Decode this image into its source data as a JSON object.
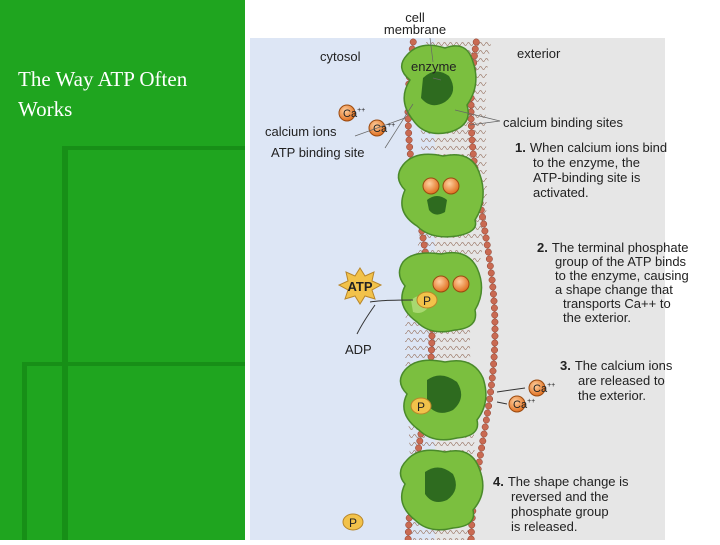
{
  "slide": {
    "title_line1": "The Way ATP Often",
    "title_line2": "Works"
  },
  "diagram": {
    "labels": {
      "cell_membrane_line1": "cell",
      "cell_membrane_line2": "membrane",
      "cytosol": "cytosol",
      "exterior": "exterior",
      "enzyme": "enzyme",
      "calcium_ions": "calcium ions",
      "atp_binding_site": "ATP binding site",
      "calcium_binding_sites": "calcium binding sites",
      "atp": "ATP",
      "adp": "ADP",
      "ca": "Ca",
      "ca_charge": "++",
      "phosphate": "P"
    },
    "steps": [
      {
        "number": "1.",
        "lines": [
          "When calcium ions bind",
          "to the enzyme, the",
          "ATP-binding site is",
          "activated."
        ]
      },
      {
        "number": "2.",
        "lines": [
          "The terminal phosphate",
          "group of the ATP binds",
          "to the enzyme, causing",
          "a shape change that",
          "transports Ca++ to",
          "the exterior."
        ]
      },
      {
        "number": "3.",
        "lines": [
          "The calcium ions",
          "are released to",
          "the exterior."
        ]
      },
      {
        "number": "4.",
        "lines": [
          "The shape change is",
          "reversed and the",
          "phosphate group",
          "is released."
        ]
      }
    ]
  },
  "colors": {
    "slide_green": "#1fa51f",
    "cytosol_blue": "#dde6f5",
    "exterior_gray": "#e6e6e6",
    "enzyme_green": "#7bbf3f",
    "enzyme_dark": "#2e6b1f",
    "lipid_head": "#c96a52",
    "calcium_orange": "#f08a3a",
    "phosphate_yellow": "#f2c24a"
  }
}
